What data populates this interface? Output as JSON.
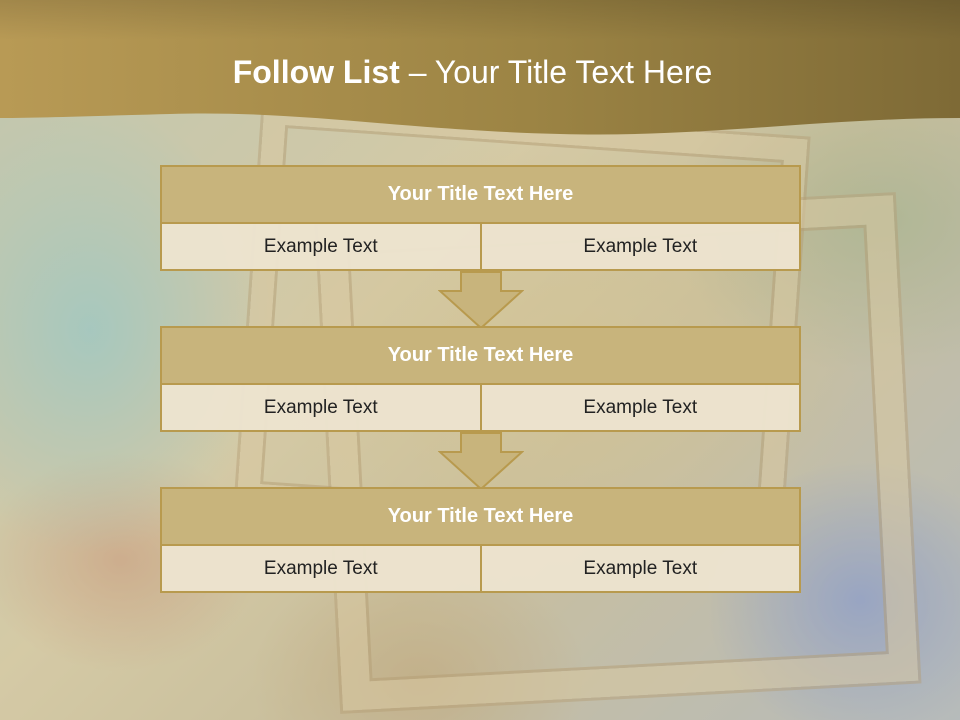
{
  "title": {
    "bold": "Follow List",
    "rest": " – Your Title Text Here"
  },
  "blocks": [
    {
      "title": "Your Title Text Here",
      "cells": [
        "Example Text",
        "Example Text"
      ]
    },
    {
      "title": "Your Title Text Here",
      "cells": [
        "Example Text",
        "Example Text"
      ]
    },
    {
      "title": "Your Title Text Here",
      "cells": [
        "Example Text",
        "Example Text"
      ]
    }
  ],
  "colors": {
    "banner_light": "#b89a55",
    "banner_dark": "#7e6a36",
    "header_fill": "#c8b47c",
    "border": "#b89a4e",
    "cell_fill": "#ece3ce"
  }
}
